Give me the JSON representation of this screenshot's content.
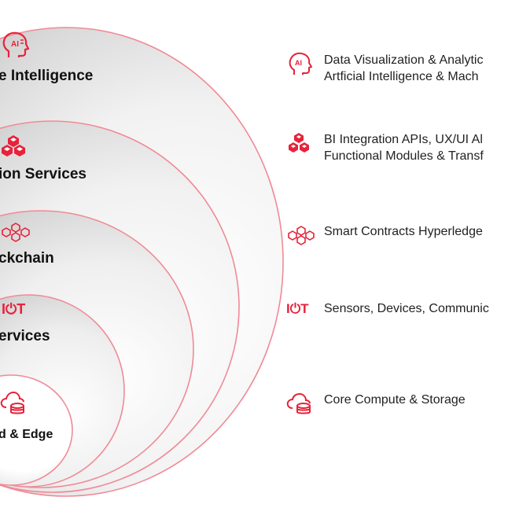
{
  "layers": [
    {
      "id": "ai",
      "label": "e Intelligence",
      "icon": "ai-head-icon",
      "detail_lines": [
        "Data Visualization & Analytic",
        "Artficial Intelligence & Mach"
      ]
    },
    {
      "id": "apps",
      "label": "ion Services",
      "icon": "cube-cluster-icon",
      "detail_lines": [
        "BI Integration APIs, UX/UI Al",
        "Functional Modules & Transf"
      ]
    },
    {
      "id": "blockchain",
      "label": "ckchain",
      "icon": "blockchain-icon",
      "detail_lines": [
        "Smart Contracts Hyperledge"
      ]
    },
    {
      "id": "iot",
      "label": "ervices",
      "icon": "iot-icon",
      "icon_text": "I⏻T",
      "detail_lines": [
        "Sensors, Devices, Communic"
      ]
    },
    {
      "id": "cloud",
      "label": "d & Edge",
      "icon": "cloud-database-icon",
      "detail_lines": [
        "Core Compute & Storage"
      ]
    }
  ],
  "ai_badge": "AI",
  "colors": {
    "accent": "#e8223a",
    "ring_stroke": "#f08a96",
    "label": "#111111",
    "text": "#222222"
  }
}
